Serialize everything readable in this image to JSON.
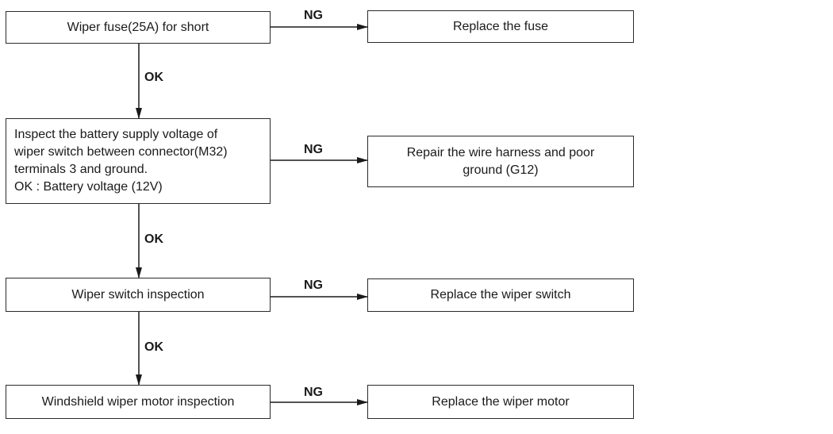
{
  "flowchart": {
    "steps": [
      {
        "check": "Wiper fuse(25A) for short",
        "ng_label": "NG",
        "ng_action": "Replace the fuse",
        "ok_label": "OK"
      },
      {
        "check": "Inspect the battery supply voltage of\nwiper switch between connector(M32)\nterminals 3 and ground.\nOK : Battery voltage (12V)",
        "ng_label": "NG",
        "ng_action": "Repair the wire harness and poor\nground (G12)",
        "ok_label": "OK"
      },
      {
        "check": "Wiper switch inspection",
        "ng_label": "NG",
        "ng_action": "Replace the wiper switch",
        "ok_label": "OK"
      },
      {
        "check": "Windshield wiper motor inspection",
        "ng_label": "NG",
        "ng_action": "Replace the wiper motor"
      }
    ]
  }
}
